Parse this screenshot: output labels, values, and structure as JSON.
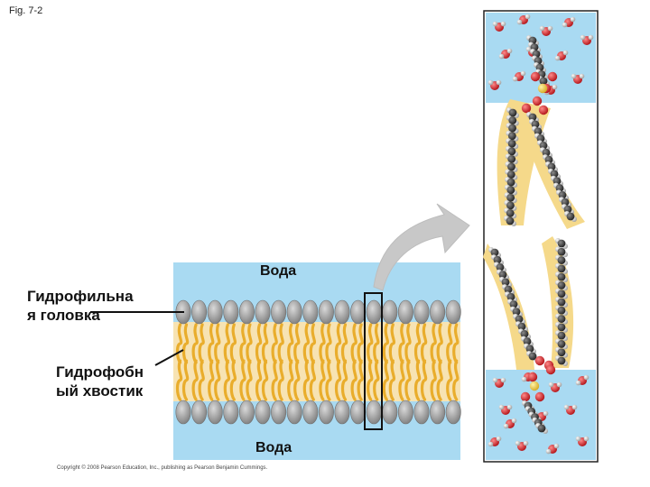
{
  "figure_label": "Fig. 7-2",
  "labels": {
    "hydrophilic_head": "Гидрофильна\nя головка",
    "hydrophobic_tail": "Гидрофобн\nый хвостик",
    "water_top": "Вода",
    "water_bottom": "Вода"
  },
  "copyright": "Copyright © 2008 Pearson Education, Inc., publishing as Pearson Benjamin Cummings.",
  "colors": {
    "water": "#a9daf2",
    "heads": "#9a9a9a",
    "tails": "#f2c457",
    "oxygen": "#d8262a",
    "carbon": "#3a3a3a",
    "hydrogen": "#c9c9c9",
    "phosphorus": "#f0d24a",
    "arrow": "#c8c8c8"
  }
}
